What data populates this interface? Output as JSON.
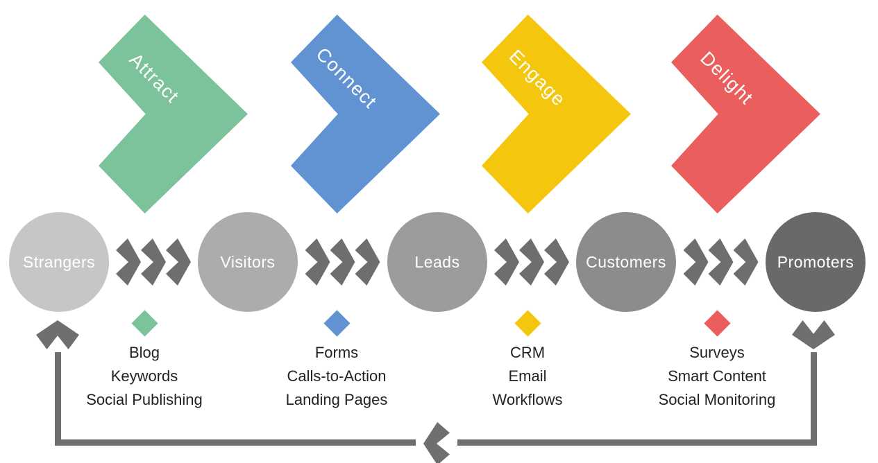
{
  "diagram": {
    "stages": [
      {
        "label": "Attract",
        "color": "#7CC29B"
      },
      {
        "label": "Connect",
        "color": "#6193D3"
      },
      {
        "label": "Engage",
        "color": "#F5C60E"
      },
      {
        "label": "Delight",
        "color": "#EA5E5E"
      }
    ],
    "audiences": [
      {
        "label": "Strangers",
        "color": "#C6C6C6"
      },
      {
        "label": "Visitors",
        "color": "#ACACAC"
      },
      {
        "label": "Leads",
        "color": "#9C9C9C"
      },
      {
        "label": "Customers",
        "color": "#8C8C8C"
      },
      {
        "label": "Promoters",
        "color": "#696969"
      }
    ],
    "tools": [
      {
        "color": "#7CC29B",
        "items": [
          "Blog",
          "Keywords",
          "Social Publishing"
        ]
      },
      {
        "color": "#6193D3",
        "items": [
          "Forms",
          "Calls-to-Action",
          "Landing Pages"
        ]
      },
      {
        "color": "#F5C60E",
        "items": [
          "CRM",
          "Email",
          "Workflows"
        ]
      },
      {
        "color": "#EA5E5E",
        "items": [
          "Surveys",
          "Smart Content",
          "Social Monitoring"
        ]
      }
    ],
    "connector_color": "#6E6E6E",
    "loop_color": "#6F6F6F",
    "text_color": "#222222",
    "background": "#FFFFFF"
  }
}
